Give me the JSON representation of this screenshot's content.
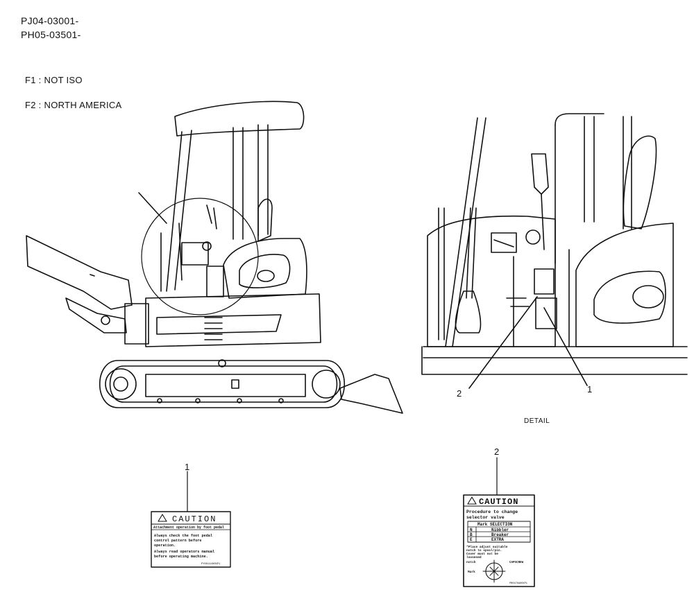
{
  "header": {
    "code_1": "PJ04-03001-",
    "code_2": "PH05-03501-",
    "f1": "F1 : NOT ISO",
    "f2": "F2 : NORTH AMERICA"
  },
  "detail": {
    "label": "DETAIL",
    "callout_1": "1",
    "callout_2": "2"
  },
  "decal_1": {
    "callout": "1",
    "title": "CAUTION",
    "subtitle": "Attachment operation by foot pedal",
    "lines": [
      "Always check the foot pedal",
      "control pattern before",
      "operation.",
      "Always read operators manual",
      "before operating machine."
    ],
    "part_no": "PY0014400XP1"
  },
  "decal_2": {
    "callout": "2",
    "title": "CAUTION",
    "lines": [
      "Procedure to change",
      "selector valve"
    ],
    "table_header": "Mark  SELECTION",
    "rows": [
      {
        "mark": "N",
        "value": "Nibbler"
      },
      {
        "mark": "B",
        "value": "Breaker"
      },
      {
        "mark": "E",
        "value": "EXTRA"
      }
    ],
    "notes": [
      "*Place adjust suitable",
      "notch to spool/pin.",
      "Cover must not be",
      "loosened",
      "notch"
    ],
    "cap_screw": "CAPSCREW",
    "mark_label": "Mark",
    "part_no": "PM0470A00XP1"
  }
}
